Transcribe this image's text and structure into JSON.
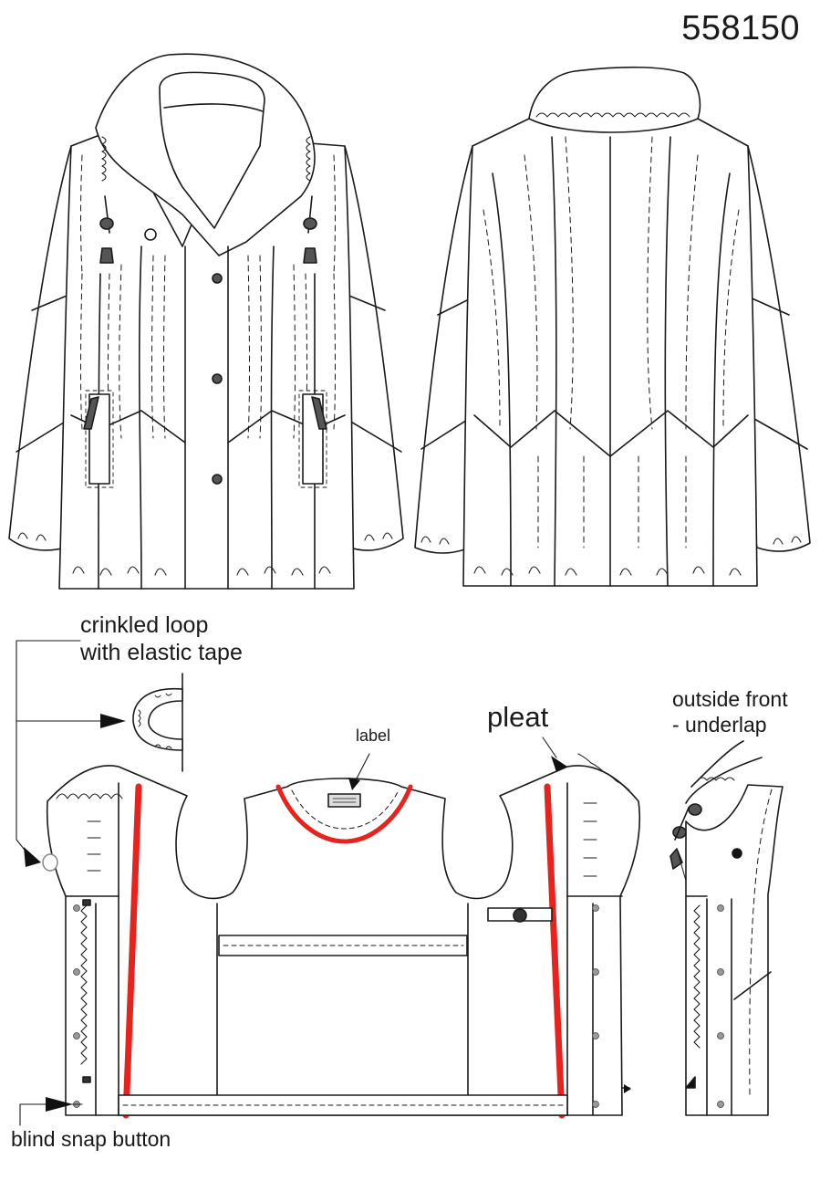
{
  "header": {
    "style_number": "558150"
  },
  "callouts": {
    "crinkled_loop_line1": "crinkled loop",
    "crinkled_loop_line2": "with elastic tape",
    "label": "label",
    "pleat": "pleat",
    "outside_front_line1": "outside front",
    "outside_front_line2": "- underlap",
    "blind_snap": "blind snap button"
  },
  "colors": {
    "line": "#1a1a1a",
    "accent_red": "#e8221c",
    "fill": "#ffffff",
    "dark_fill": "#555555"
  },
  "icons": [
    "arrow-icon",
    "cord-stopper-icon",
    "snap-button-icon",
    "label-patch-icon"
  ]
}
